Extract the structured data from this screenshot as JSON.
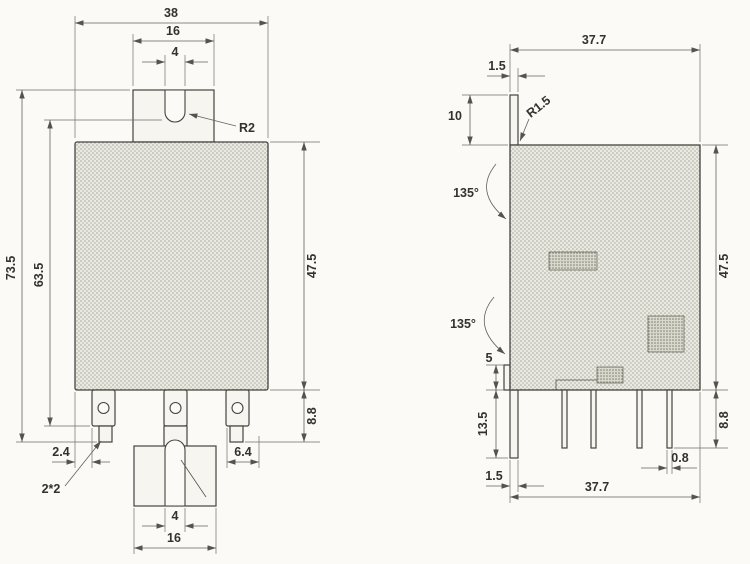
{
  "drawing": {
    "type": "engineering-dimension-drawing",
    "colors": {
      "outline": "#45443e",
      "dimension_line": "#63625a",
      "label_text": "#33322e",
      "body_fill": "#eae9e2",
      "background": "#fbfaf6"
    },
    "front_view": {
      "dim_overall_width": "38",
      "dim_tab_width": "16",
      "dim_slot_width": "4",
      "radius_label": "R2",
      "dim_overall_height": "73.5",
      "dim_inner_height": "63.5",
      "dim_body_height": "47.5",
      "dim_pin_length": "8.8",
      "dim_pin_offset": "2.4",
      "dim_pin_section": "2*2",
      "dim_pin_pitch": "6.4",
      "dim_bottom_slot_width": "4",
      "dim_bottom_tab_width": "16"
    },
    "side_view": {
      "dim_top_width": "37.7",
      "dim_tab_thickness_top": "1.5",
      "dim_tab_height": "10",
      "radius_label": "R1.5",
      "dim_angle_upper": "135°",
      "dim_angle_lower": "135°",
      "dim_body_height": "47.5",
      "dim_step_height": "5",
      "dim_bottom_tab_length": "13.5",
      "dim_pin_length": "8.8",
      "dim_tab_thickness_bottom": "1.5",
      "dim_bottom_width": "37.7",
      "dim_pin_width": "0.8"
    }
  }
}
